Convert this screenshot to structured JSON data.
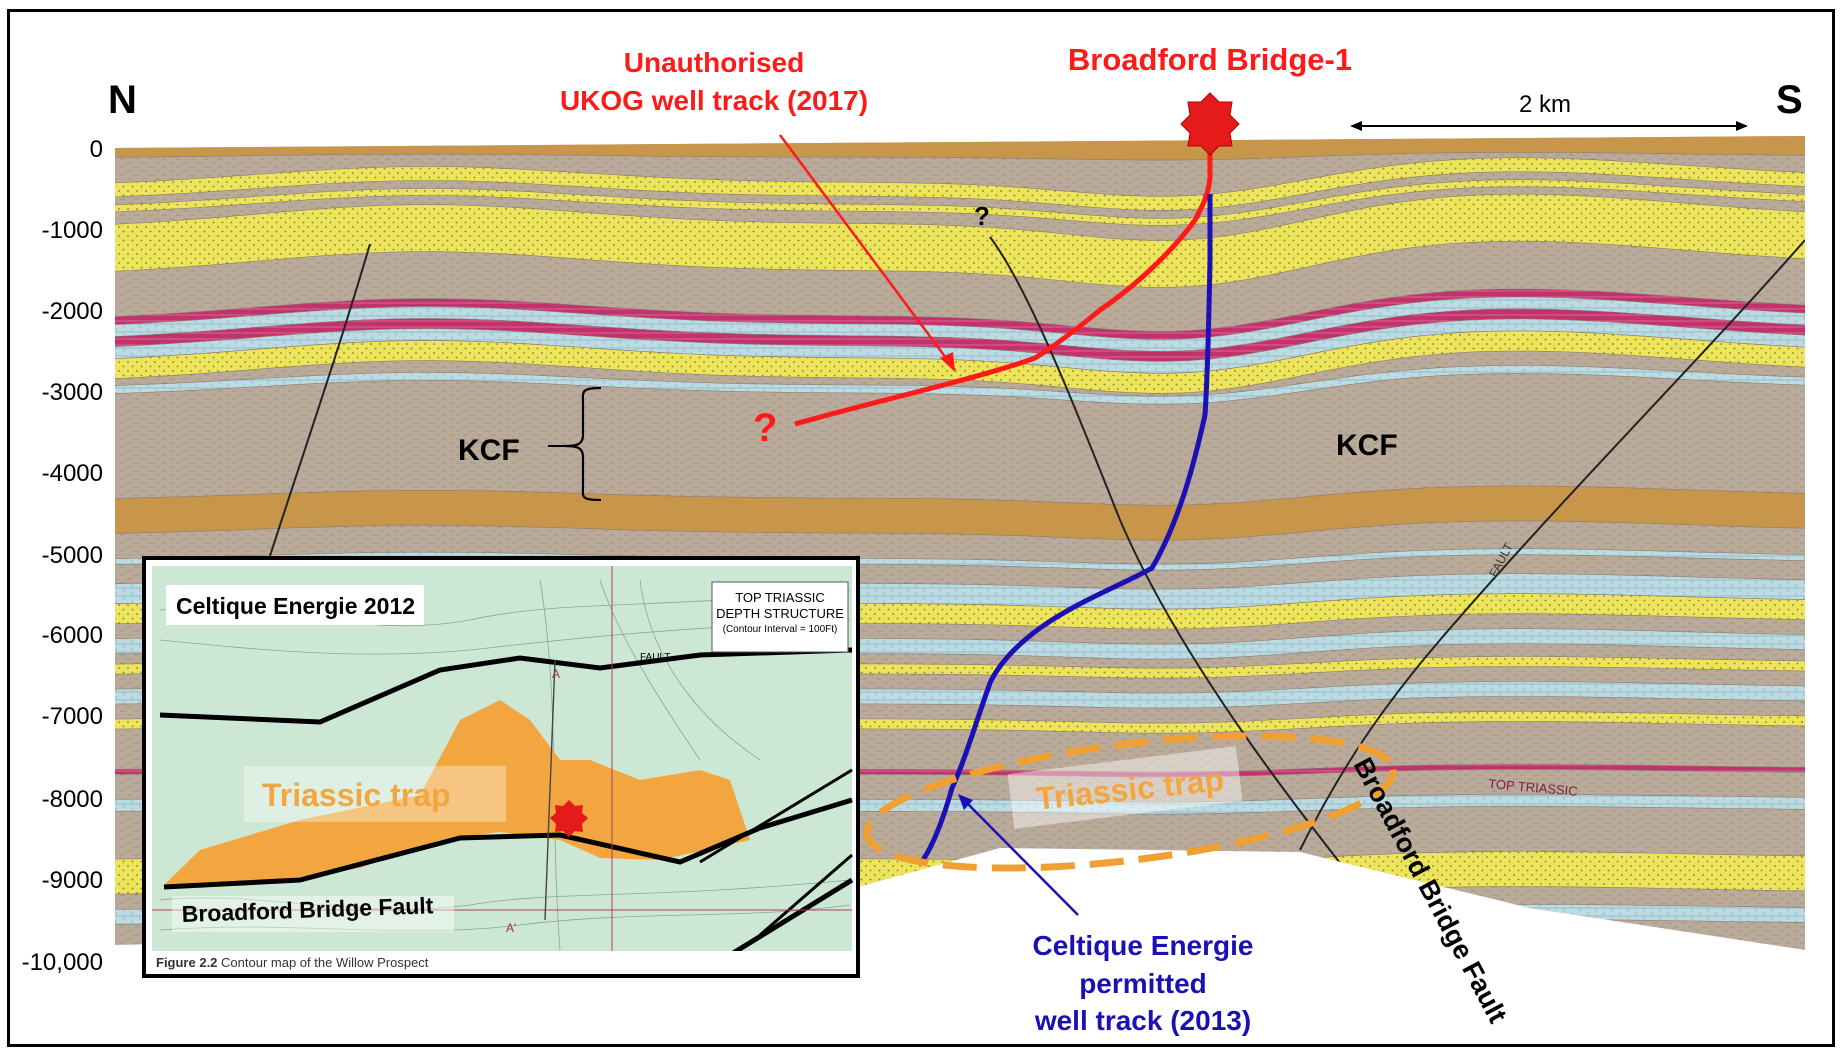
{
  "title": "Broadford Bridge-1",
  "compass": {
    "north": "N",
    "south": "S"
  },
  "scale_bar": "2 km",
  "depth_axis": [
    "0",
    "-1000",
    "-2000",
    "-3000",
    "-4000",
    "-5000",
    "-6000",
    "-7000",
    "-8000",
    "-9000",
    "-10,000"
  ],
  "annotations": {
    "ukog_track": [
      "Unauthorised",
      "UKOG well track (2017)"
    ],
    "celtique_track": [
      "Celtique Energie",
      "permitted",
      "well track (2013)"
    ],
    "kcf_left": "KCF",
    "kcf_right": "KCF",
    "triassic_trap": "Triassic trap",
    "question_mark": "?",
    "question_mark_red": "?",
    "fault_name": "Broadford Bridge Fault",
    "fault_small": "FAULT",
    "top_triassic": "TOP TRIASSIC"
  },
  "inset": {
    "source": "Celtique Energie 2012",
    "legend_title": [
      "TOP TRIASSIC",
      "DEPTH STRUCTURE"
    ],
    "legend_sub": "(Contour Interval = 100Ft)",
    "trap_label": "Triassic trap",
    "fault_label": "Broadford Bridge Fault",
    "fault_small": "FAULT",
    "section_a": "A",
    "section_a2": "A'",
    "caption_bold": "Figure 2.2",
    "caption_text": "Contour map of the Willow Prospect"
  },
  "colors": {
    "ukog_track": "#ff1a1a",
    "celtique_track": "#1a10b4",
    "trap_outline": "#f0a030",
    "sand": "#e8e050",
    "clay": "#b9a898",
    "shale_orange": "#c8964a",
    "limestone_blue": "#b8d8e0",
    "pink_marker": "#c0306a",
    "inset_map": "#cfe8d6",
    "inset_trap": "#f3a640"
  }
}
